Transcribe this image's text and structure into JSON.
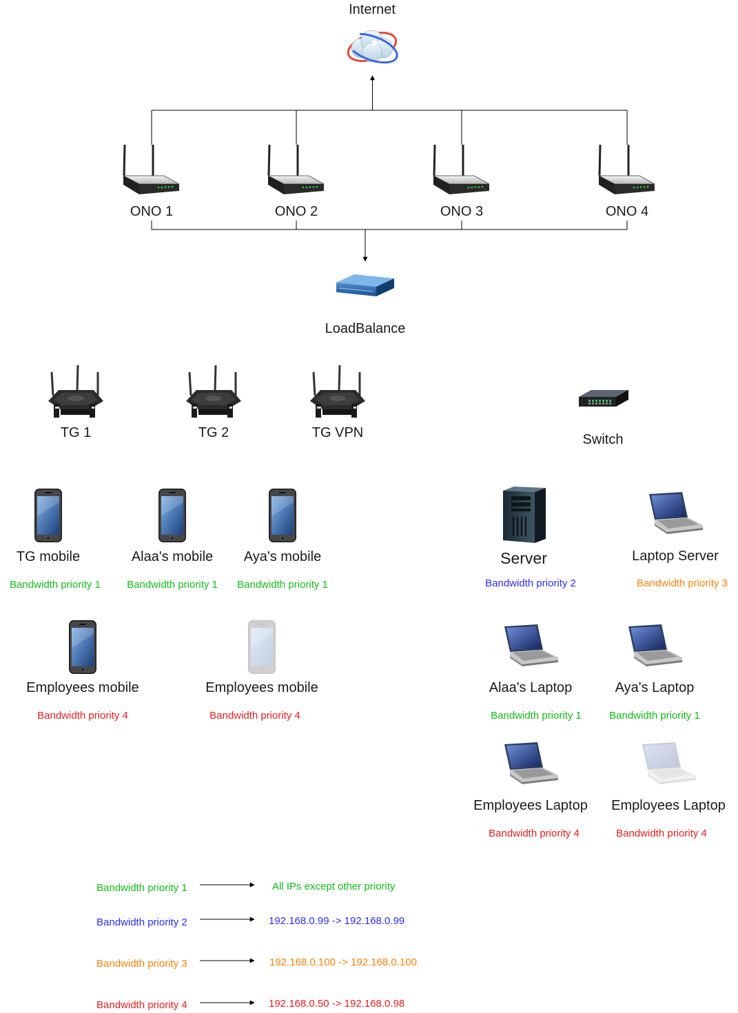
{
  "colors": {
    "p1": "#13b81a",
    "p2": "#2d2df0",
    "p3": "#f3820e",
    "p4": "#e21f1f"
  },
  "internet": {
    "label": "Internet",
    "icon": "cloud-globe-icon"
  },
  "onos": [
    {
      "label": "ONO 1",
      "icon": "router-icon"
    },
    {
      "label": "ONO 2",
      "icon": "router-icon"
    },
    {
      "label": "ONO 3",
      "icon": "router-icon"
    },
    {
      "label": "ONO 4",
      "icon": "router-icon"
    }
  ],
  "loadbalancer": {
    "label": "LoadBalance",
    "icon": "rack-server-icon"
  },
  "wifi_routers": [
    {
      "label": "TG 1",
      "icon": "wireless-router-icon"
    },
    {
      "label": "TG 2",
      "icon": "wireless-router-icon"
    },
    {
      "label": "TG VPN",
      "icon": "wireless-router-icon"
    }
  ],
  "switch": {
    "label": "Switch",
    "icon": "network-switch-icon"
  },
  "mobiles": [
    {
      "label": "TG mobile",
      "priority": "Bandwidth priority 1",
      "level": "p1"
    },
    {
      "label": "Alaa's mobile",
      "priority": "Bandwidth priority 1",
      "level": "p1"
    },
    {
      "label": "Aya's mobile",
      "priority": "Bandwidth priority 1",
      "level": "p1"
    },
    {
      "label": "Employees mobile",
      "priority": "Bandwidth priority 4",
      "level": "p4"
    },
    {
      "label": "Employees mobile",
      "priority": "Bandwidth priority 4",
      "level": "p4",
      "faded": true
    }
  ],
  "server": {
    "label": "Server",
    "priority": "Bandwidth priority 2",
    "level": "p2",
    "icon": "tower-server-icon"
  },
  "laptops": [
    {
      "label": "Laptop Server",
      "priority": "Bandwidth priority 3",
      "level": "p3"
    },
    {
      "label": "Alaa's Laptop",
      "priority": "Bandwidth priority 1",
      "level": "p1"
    },
    {
      "label": "Aya's Laptop",
      "priority": "Bandwidth priority 1",
      "level": "p1"
    },
    {
      "label": "Employees Laptop",
      "priority": "Bandwidth priority 4",
      "level": "p4"
    },
    {
      "label": "Employees Laptop",
      "priority": "Bandwidth priority 4",
      "level": "p4",
      "faded": true
    }
  ],
  "legend": [
    {
      "priority": "Bandwidth priority 1",
      "range": "All IPs except other priority",
      "level": "p1"
    },
    {
      "priority": "Bandwidth priority 2",
      "range": "192.168.0.99 -> 192.168.0.99",
      "level": "p2"
    },
    {
      "priority": "Bandwidth priority 3",
      "range": "192.168.0.100 -> 192.168.0.100",
      "level": "p3"
    },
    {
      "priority": "Bandwidth priority 4",
      "range": "192.168.0.50 -> 192.168.0.98",
      "level": "p4"
    }
  ]
}
